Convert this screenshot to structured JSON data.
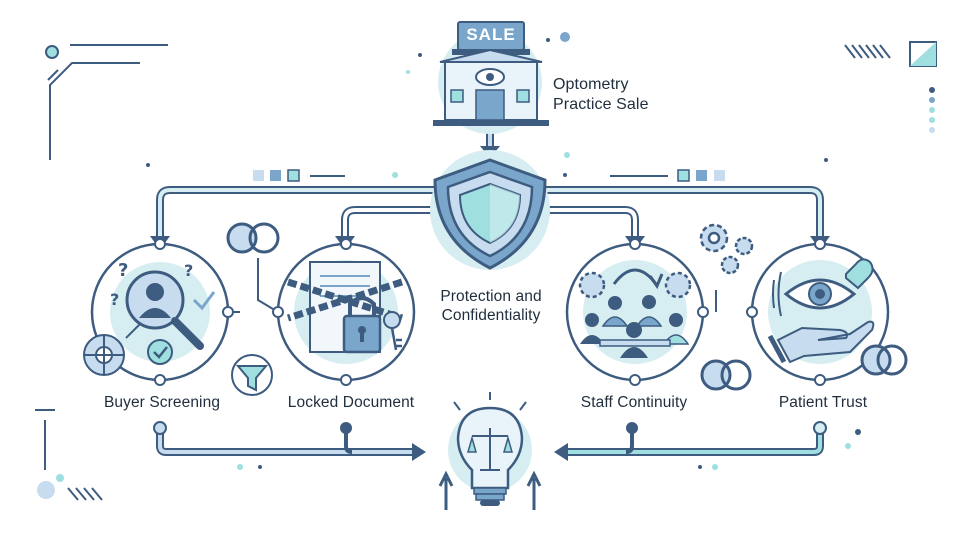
{
  "title": {
    "line1": "Optometry",
    "line2": "Practice Sale"
  },
  "sale_sign": "SALE",
  "center": {
    "line1": "Protection and",
    "line2": "Confidentiality"
  },
  "nodes": [
    {
      "label": "Buyer Screening",
      "icon": "magnifier-person-icon"
    },
    {
      "label": "Locked Document",
      "icon": "locked-document-icon"
    },
    {
      "label": "Staff Continuity",
      "icon": "staff-team-icon"
    },
    {
      "label": "Patient Trust",
      "icon": "eye-hand-heart-icon"
    }
  ],
  "bottom_icon": "lightbulb-scales-icon",
  "colors": {
    "line": "#3d5c80",
    "accent": "#9fdfe0",
    "soft": "#d6eef2",
    "blue": "#7aa6cc",
    "pale_blue": "#c7dcee"
  }
}
